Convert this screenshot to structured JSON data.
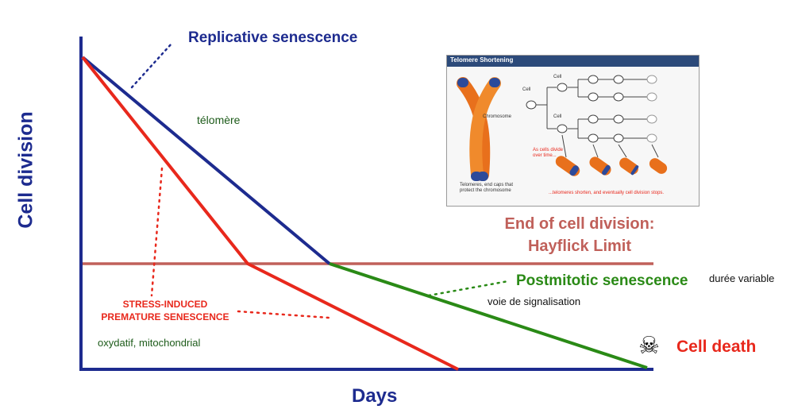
{
  "axes": {
    "y_label": "Cell division",
    "x_label": "Days"
  },
  "labels": {
    "replicative": "Replicative senescence",
    "telomere": "télomère",
    "end_division_line1": "End of cell division:",
    "end_division_line2": "Hayflick Limit",
    "postmitotic": "Postmitotic senescence",
    "duree": "durée variable",
    "voie": "voie de signalisation",
    "stress_line1": "STRESS-INDUCED",
    "stress_line2": "PREMATURE SENESCENCE",
    "oxy": "oxydatif, mitochondrial",
    "cell_death": "Cell death",
    "skull_glyph": "☠"
  },
  "inset": {
    "title": "Telomere Shortening",
    "cell": "Cell",
    "chromosome": "Chromosome",
    "telomeres_line1": "Telomeres, end caps that",
    "telomeres_line2": "protect the chromosome",
    "as_cells_line1": "As cells divide",
    "as_cells_line2": "over time...",
    "shorten": "...telomeres shorten, and eventually cell division stops."
  },
  "colors": {
    "axis": "#1d2b8f",
    "replicative_line": "#1d2b8f",
    "stress_line": "#e8281c",
    "postmitotic_line": "#2a8a16",
    "hayflick_line": "#c0605a",
    "chromosome": "#e8701c",
    "telomere_cap": "#2c4a9a"
  }
}
